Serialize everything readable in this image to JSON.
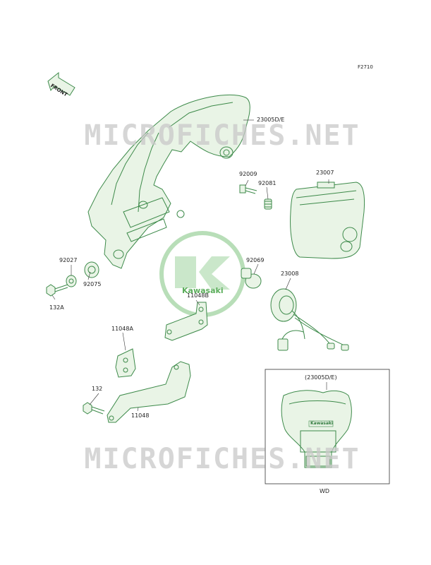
{
  "figure_no": "F2710",
  "front_label": "FRONT",
  "watermark": "MICROFICHES.NET",
  "logo_text": "Kawasaki",
  "inset": {
    "title": "(23005D/E)",
    "variant": "WD",
    "plate_text": "Kawasaki"
  },
  "parts": {
    "p23005": "23005D/E",
    "p92009": "92009",
    "p92081": "92081",
    "p23007": "23007",
    "p92027": "92027",
    "p92075": "92075",
    "p92069": "92069",
    "p23008": "23008",
    "p132A": "132A",
    "p11048B": "11048B",
    "p11048A": "11048A",
    "p132": "132",
    "p11048": "11048"
  },
  "colors": {
    "line": "#3d8a4a",
    "fill": "#e6f3e3",
    "logo": "#7fc47f",
    "label": "#1f1f1f",
    "watermark": "#c9c9c9"
  }
}
